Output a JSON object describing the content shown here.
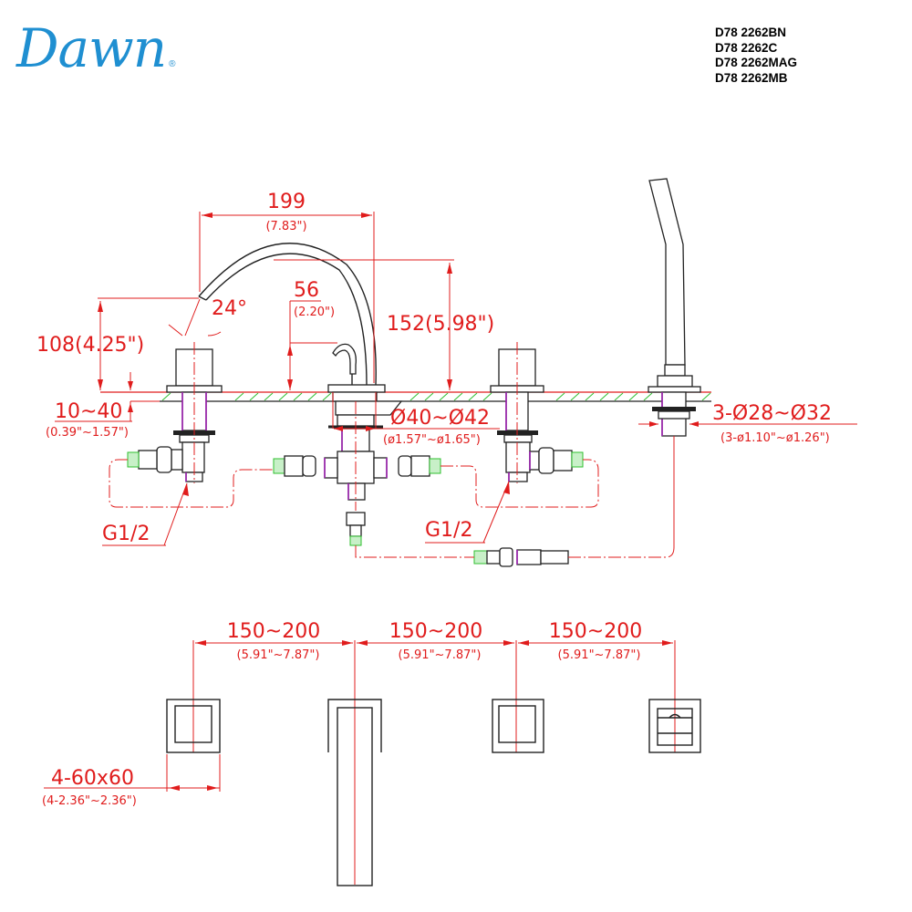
{
  "brand": {
    "name": "Dawn",
    "registered_mark": "®",
    "color": "#1f8fd1"
  },
  "model_numbers": [
    "D78 2262BN",
    "D78 2262C",
    "D78 2262MAG",
    "D78 2262MB"
  ],
  "colors": {
    "dimension": "#e01c1c",
    "outline": "#222222",
    "hatch": "#2fbf2f",
    "fitting": "#9b1fb0"
  },
  "elevation_view": {
    "dimensions": {
      "spout_reach": {
        "mm": "199",
        "inch": "(7.83\")"
      },
      "spout_angle": "24°",
      "spout_height": "108(4.25\")",
      "overall_height": "152(5.98\")",
      "aerator_height": {
        "mm": "56",
        "inch": "(2.20\")"
      },
      "deck_thickness": {
        "mm": "10~40",
        "inch": "(0.39\"~1.57\")"
      },
      "spout_hole": {
        "mm": "Ø40~Ø42",
        "inch": "(ø1.57\"~ø1.65\")"
      },
      "handle_holes": {
        "mm": "3-Ø28~Ø32",
        "inch": "(3-ø1.10\"~ø1.26\")"
      },
      "thread_left": "G1/2",
      "thread_right": "G1/2"
    }
  },
  "plan_view": {
    "spacings": [
      {
        "mm": "150~200",
        "inch": "(5.91\"~7.87\")"
      },
      {
        "mm": "150~200",
        "inch": "(5.91\"~7.87\")"
      },
      {
        "mm": "150~200",
        "inch": "(5.91\"~7.87\")"
      }
    ],
    "escutcheon_size": {
      "mm": "4-60x60",
      "inch": "(4-2.36\"~2.36\")"
    }
  }
}
